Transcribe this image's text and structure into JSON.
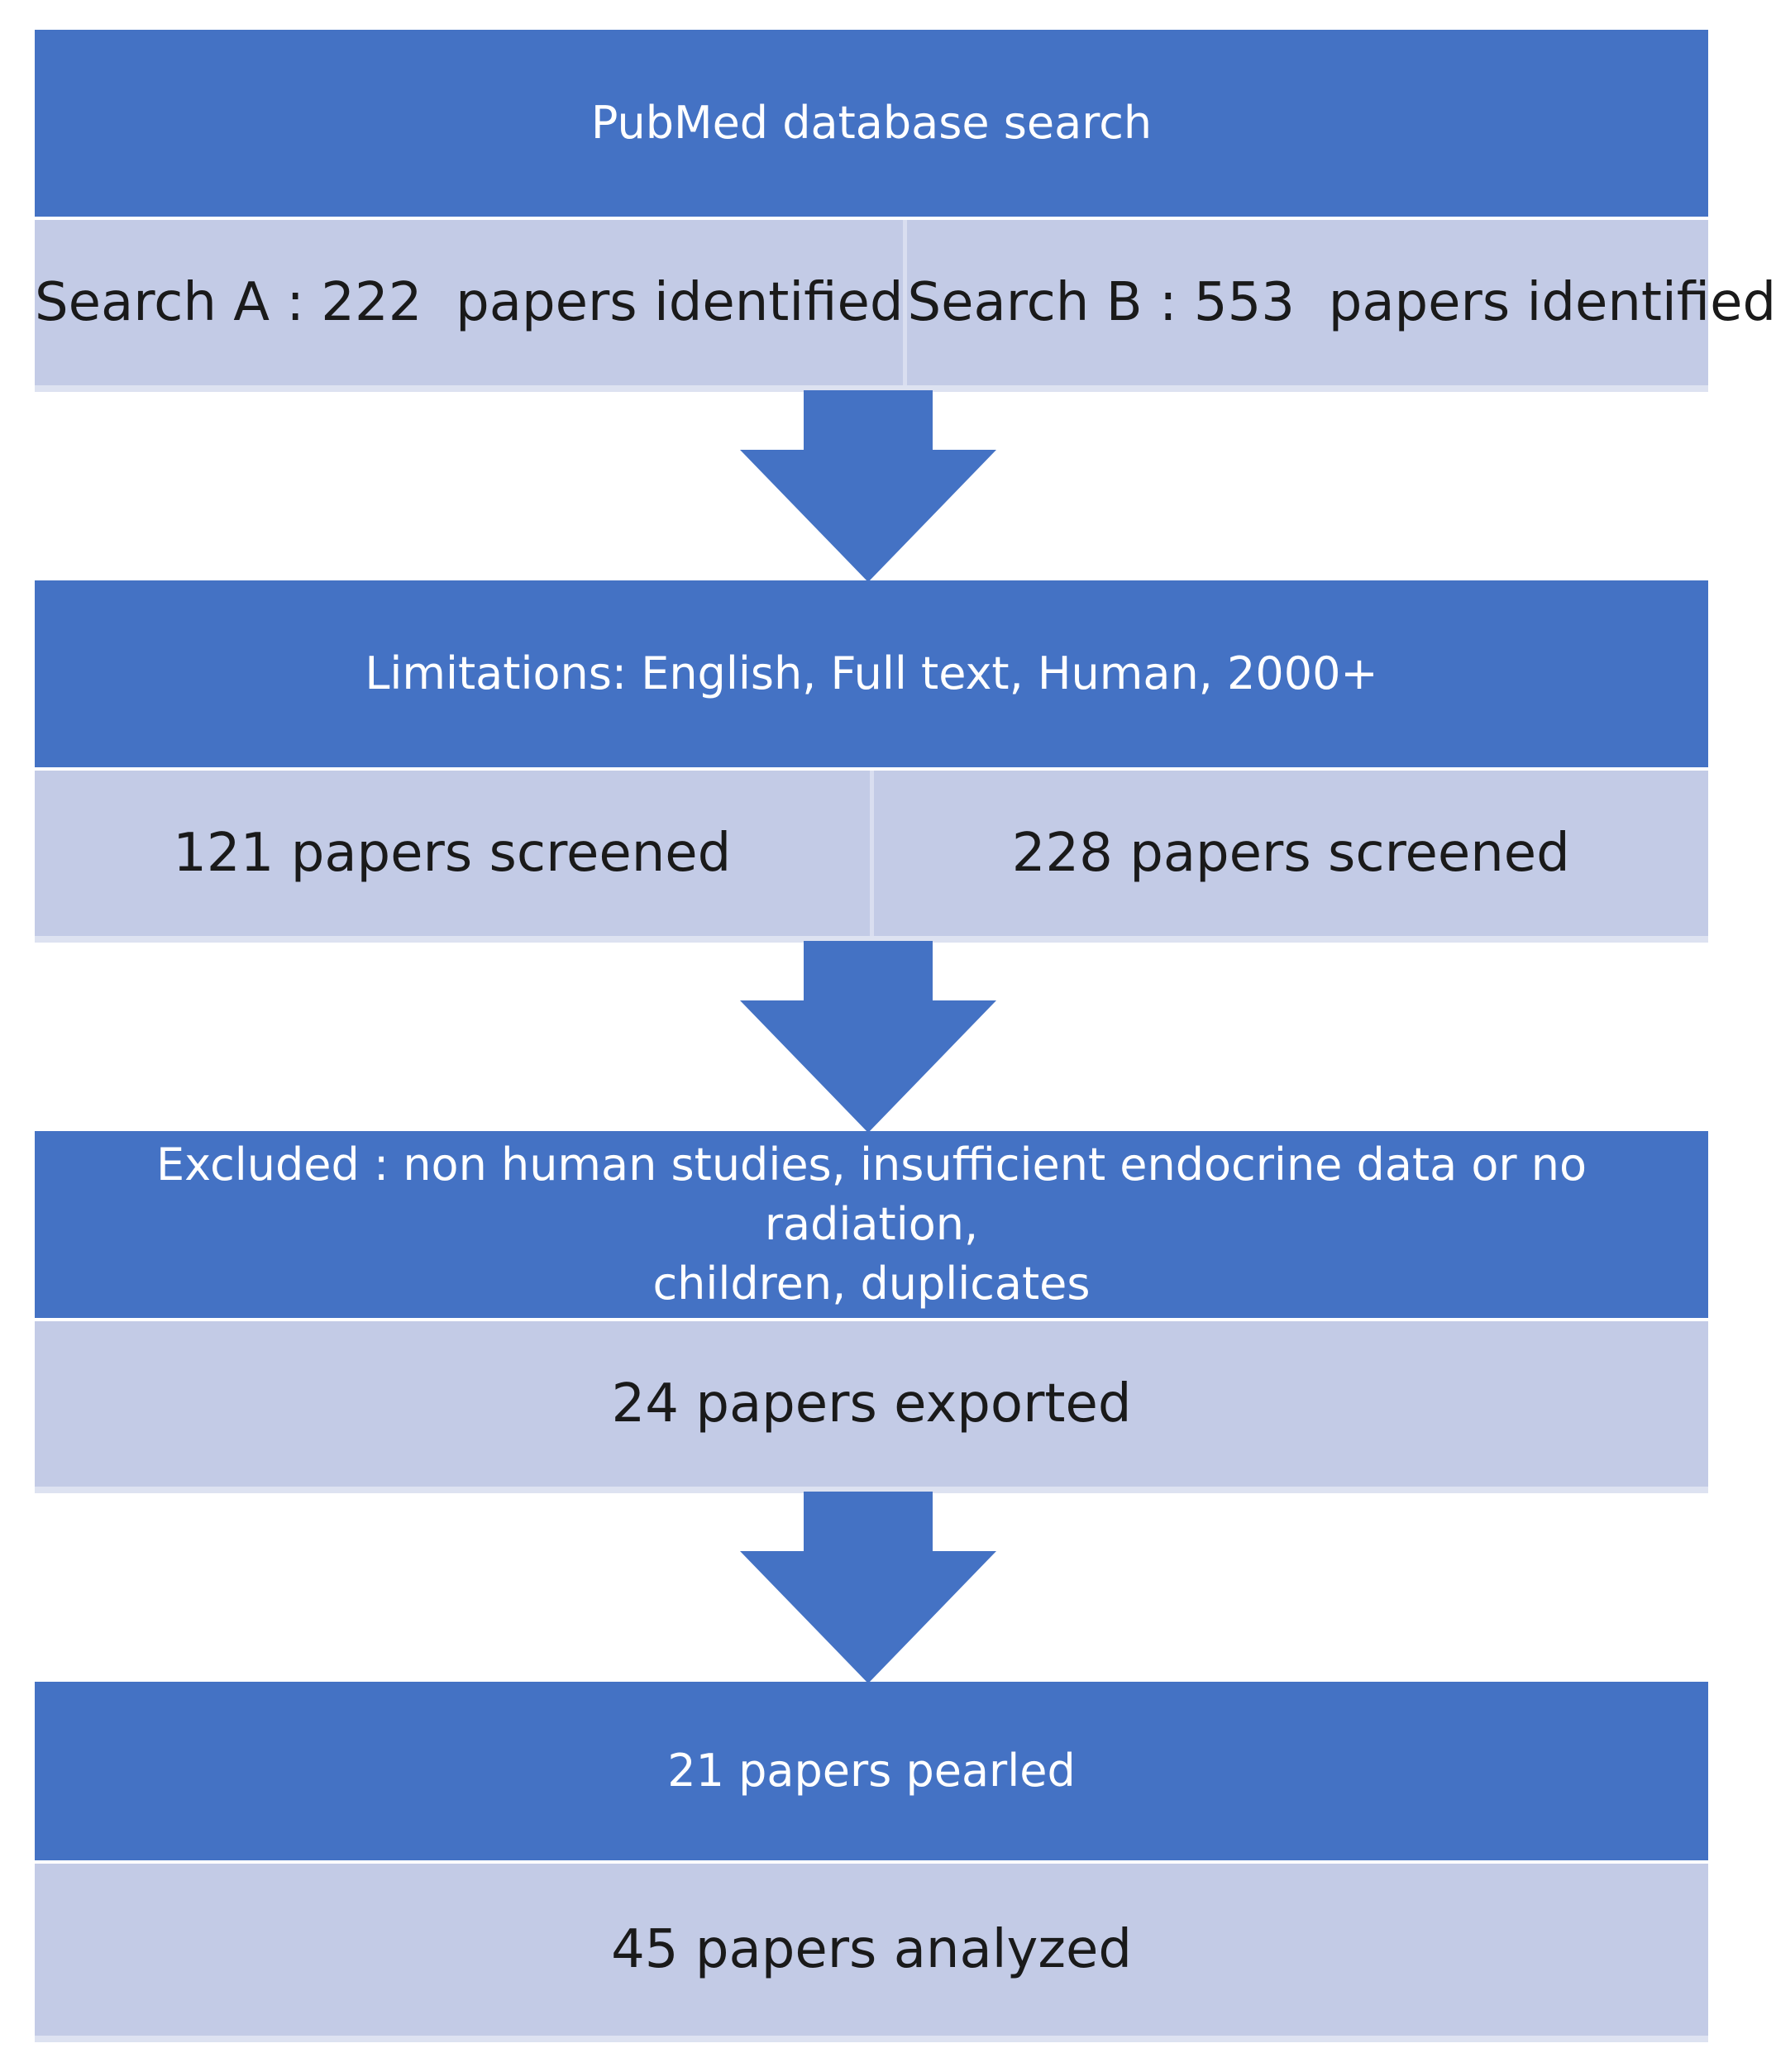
{
  "steps": {
    "search_header": "PubMed database search",
    "search_a": "Search A : 222  papers identified",
    "search_b": "Search B : 553  papers identified",
    "limitations_header": "Limitations: English, Full text, Human, 2000+",
    "screened_a": "121 papers screened",
    "screened_b": "228 papers screened",
    "excluded_header_line1": "Excluded : non human studies, insufficient endocrine data or no radiation,",
    "excluded_header_line2": "children, duplicates",
    "exported": "24 papers exported",
    "pearled_header": "21 papers pearled",
    "analyzed": "45 papers analyzed"
  },
  "colors": {
    "header_blue": "#4472c4",
    "row_lavender": "#c3cbe6",
    "arrow_blue": "#4472c4"
  }
}
